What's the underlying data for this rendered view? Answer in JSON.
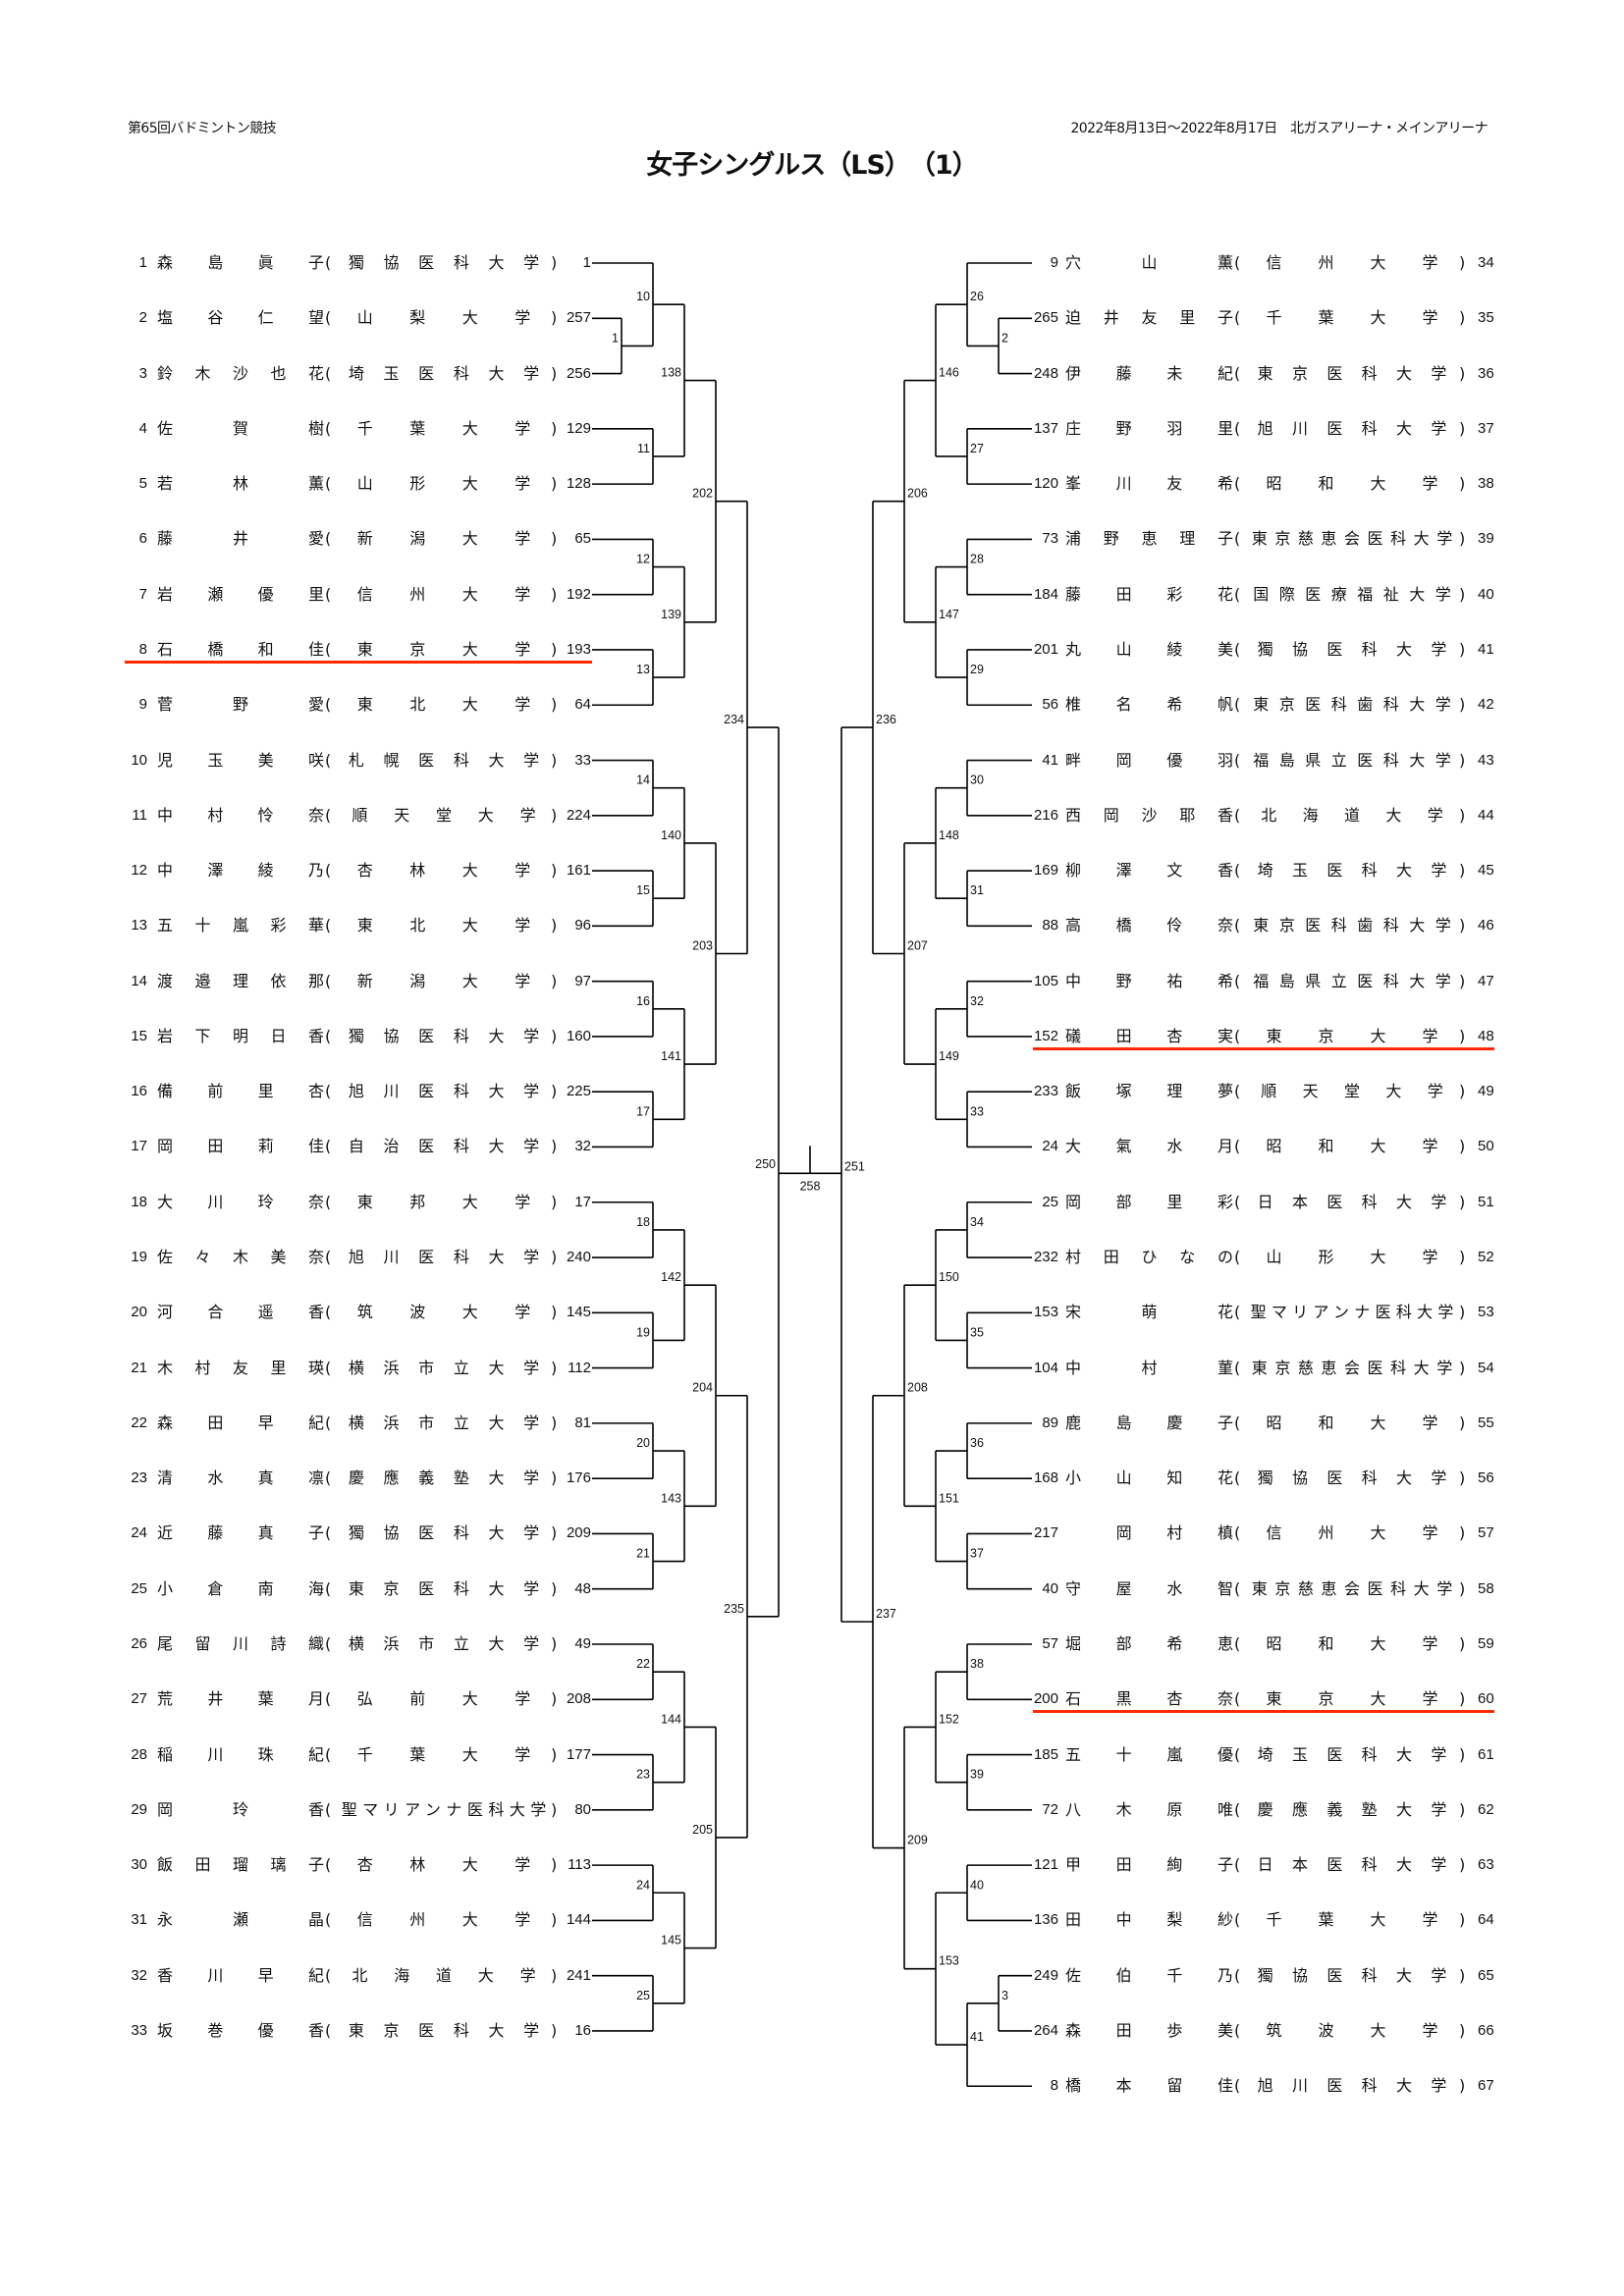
{
  "header": {
    "event": "第65回バドミントン競技",
    "dates_venue": "2022年8月13日～2022年8月17日　北ガスアリーナ・メインアリーナ",
    "title": "女子シングルス（LS）　（1）"
  },
  "colors": {
    "line": "#000000",
    "highlight": "#ff2a00"
  },
  "left_entries": [
    {
      "num": "1",
      "name": "森島眞子",
      "school": "獨協医科大学",
      "code": "1"
    },
    {
      "num": "2",
      "name": "塩谷仁望",
      "school": "山梨大学",
      "code": "257"
    },
    {
      "num": "3",
      "name": "鈴木沙也花",
      "school": "埼玉医科大学",
      "code": "256"
    },
    {
      "num": "4",
      "name": "佐賀樹",
      "school": "千葉大学",
      "code": "129"
    },
    {
      "num": "5",
      "name": "若林薫",
      "school": "山形大学",
      "code": "128"
    },
    {
      "num": "6",
      "name": "藤井愛",
      "school": "新潟大学",
      "code": "65"
    },
    {
      "num": "7",
      "name": "岩瀬優里",
      "school": "信州大学",
      "code": "192"
    },
    {
      "num": "8",
      "name": "石橋和佳",
      "school": "東京大学",
      "code": "193",
      "highlighted": true
    },
    {
      "num": "9",
      "name": "菅野愛",
      "school": "東北大学",
      "code": "64"
    },
    {
      "num": "10",
      "name": "児玉美咲",
      "school": "札幌医科大学",
      "code": "33"
    },
    {
      "num": "11",
      "name": "中村怜奈",
      "school": "順天堂大学",
      "code": "224"
    },
    {
      "num": "12",
      "name": "中澤綾乃",
      "school": "杏林大学",
      "code": "161"
    },
    {
      "num": "13",
      "name": "五十嵐彩華",
      "school": "東北大学",
      "code": "96"
    },
    {
      "num": "14",
      "name": "渡邉理依那",
      "school": "新潟大学",
      "code": "97"
    },
    {
      "num": "15",
      "name": "岩下明日香",
      "school": "獨協医科大学",
      "code": "160"
    },
    {
      "num": "16",
      "name": "備前里杏",
      "school": "旭川医科大学",
      "code": "225"
    },
    {
      "num": "17",
      "name": "岡田莉佳",
      "school": "自治医科大学",
      "code": "32"
    },
    {
      "num": "18",
      "name": "大川玲奈",
      "school": "東邦大学",
      "code": "17"
    },
    {
      "num": "19",
      "name": "佐々木美奈",
      "school": "旭川医科大学",
      "code": "240"
    },
    {
      "num": "20",
      "name": "河合遥香",
      "school": "筑波大学",
      "code": "145"
    },
    {
      "num": "21",
      "name": "木村友里瑛",
      "school": "横浜市立大学",
      "code": "112"
    },
    {
      "num": "22",
      "name": "森田早紀",
      "school": "横浜市立大学",
      "code": "81"
    },
    {
      "num": "23",
      "name": "清水真凛",
      "school": "慶應義塾大学",
      "code": "176"
    },
    {
      "num": "24",
      "name": "近藤真子",
      "school": "獨協医科大学",
      "code": "209"
    },
    {
      "num": "25",
      "name": "小倉南海",
      "school": "東京医科大学",
      "code": "48"
    },
    {
      "num": "26",
      "name": "尾留川詩織",
      "school": "横浜市立大学",
      "code": "49"
    },
    {
      "num": "27",
      "name": "荒井葉月",
      "school": "弘前大学",
      "code": "208"
    },
    {
      "num": "28",
      "name": "稲川珠紀",
      "school": "千葉大学",
      "code": "177"
    },
    {
      "num": "29",
      "name": "岡玲香",
      "school": "聖マリアンナ医科大学",
      "code": "80"
    },
    {
      "num": "30",
      "name": "飯田瑠璃子",
      "school": "杏林大学",
      "code": "113"
    },
    {
      "num": "31",
      "name": "永瀬晶",
      "school": "信州大学",
      "code": "144"
    },
    {
      "num": "32",
      "name": "香川早紀",
      "school": "北海道大学",
      "code": "241"
    },
    {
      "num": "33",
      "name": "坂巻優香",
      "school": "東京医科大学",
      "code": "16"
    }
  ],
  "right_entries": [
    {
      "num": "9",
      "name": "穴山薫",
      "school": "信州大学",
      "code": "34"
    },
    {
      "num": "265",
      "name": "迫井友里子",
      "school": "千葉大学",
      "code": "35"
    },
    {
      "num": "248",
      "name": "伊藤未紀",
      "school": "東京医科大学",
      "code": "36"
    },
    {
      "num": "137",
      "name": "庄野羽里",
      "school": "旭川医科大学",
      "code": "37"
    },
    {
      "num": "120",
      "name": "峯川友希",
      "school": "昭和大学",
      "code": "38"
    },
    {
      "num": "73",
      "name": "浦野恵理子",
      "school": "東京慈恵会医科大学",
      "code": "39"
    },
    {
      "num": "184",
      "name": "藤田彩花",
      "school": "国際医療福祉大学",
      "code": "40"
    },
    {
      "num": "201",
      "name": "丸山綾美",
      "school": "獨協医科大学",
      "code": "41"
    },
    {
      "num": "56",
      "name": "椎名希帆",
      "school": "東京医科歯科大学",
      "code": "42"
    },
    {
      "num": "41",
      "name": "畔岡優羽",
      "school": "福島県立医科大学",
      "code": "43"
    },
    {
      "num": "216",
      "name": "西岡沙耶香",
      "school": "北海道大学",
      "code": "44"
    },
    {
      "num": "169",
      "name": "柳澤文香",
      "school": "埼玉医科大学",
      "code": "45"
    },
    {
      "num": "88",
      "name": "高橋伶奈",
      "school": "東京医科歯科大学",
      "code": "46"
    },
    {
      "num": "105",
      "name": "中野祐希",
      "school": "福島県立医科大学",
      "code": "47"
    },
    {
      "num": "152",
      "name": "礒田杏実",
      "school": "東京大学",
      "code": "48",
      "highlighted": true
    },
    {
      "num": "233",
      "name": "飯塚理夢",
      "school": "順天堂大学",
      "code": "49"
    },
    {
      "num": "24",
      "name": "大氣水月",
      "school": "昭和大学",
      "code": "50"
    },
    {
      "num": "25",
      "name": "岡部里彩",
      "school": "日本医科大学",
      "code": "51"
    },
    {
      "num": "232",
      "name": "村田ひなの",
      "school": "山形大学",
      "code": "52"
    },
    {
      "num": "153",
      "name": "宋萌花",
      "school": "聖マリアンナ医科大学",
      "code": "53"
    },
    {
      "num": "104",
      "name": "中村菫",
      "school": "東京慈恵会医科大学",
      "code": "54"
    },
    {
      "num": "89",
      "name": "鹿島慶子",
      "school": "昭和大学",
      "code": "55"
    },
    {
      "num": "168",
      "name": "小山知花",
      "school": "獨協医科大学",
      "code": "56"
    },
    {
      "num": "217",
      "name": "　岡村槙",
      "school": "信州大学",
      "code": "57"
    },
    {
      "num": "40",
      "name": "守屋水智",
      "school": "東京慈恵会医科大学",
      "code": "58"
    },
    {
      "num": "57",
      "name": "堀部希恵",
      "school": "昭和大学",
      "code": "59"
    },
    {
      "num": "200",
      "name": "石黒杏奈",
      "school": "東京大学",
      "code": "60",
      "highlighted": true
    },
    {
      "num": "185",
      "name": "五十嵐優",
      "school": "埼玉医科大学",
      "code": "61"
    },
    {
      "num": "72",
      "name": "八木原唯",
      "school": "慶應義塾大学",
      "code": "62"
    },
    {
      "num": "121",
      "name": "甲田絢子",
      "school": "日本医科大学",
      "code": "63"
    },
    {
      "num": "136",
      "name": "田中梨紗",
      "school": "千葉大学",
      "code": "64"
    },
    {
      "num": "249",
      "name": "佐伯千乃",
      "school": "獨協医科大学",
      "code": "65"
    },
    {
      "num": "264",
      "name": "森田歩美",
      "school": "筑波大学",
      "code": "66"
    },
    {
      "num": "8",
      "name": "橋本留佳",
      "school": "旭川医科大学",
      "code": "67"
    }
  ],
  "bracket": {
    "final_match": "258",
    "left": [
      250,
      [
        234,
        [
          202,
          [
            138,
            [
              10,
              0,
              [
                1,
                1,
                2
              ]
            ],
            [
              11,
              3,
              4
            ]
          ],
          [
            139,
            [
              12,
              5,
              6
            ],
            [
              13,
              7,
              8
            ]
          ]
        ],
        [
          203,
          [
            140,
            [
              14,
              9,
              10
            ],
            [
              15,
              11,
              12
            ]
          ],
          [
            141,
            [
              16,
              13,
              14
            ],
            [
              17,
              15,
              16
            ]
          ]
        ]
      ],
      [
        235,
        [
          204,
          [
            142,
            [
              18,
              17,
              18
            ],
            [
              19,
              19,
              20
            ]
          ],
          [
            143,
            [
              20,
              21,
              22
            ],
            [
              21,
              23,
              24
            ]
          ]
        ],
        [
          205,
          [
            144,
            [
              22,
              25,
              26
            ],
            [
              23,
              27,
              28
            ]
          ],
          [
            145,
            [
              24,
              29,
              30
            ],
            [
              25,
              31,
              32
            ]
          ]
        ]
      ]
    ],
    "right": [
      251,
      [
        236,
        [
          206,
          [
            146,
            [
              26,
              0,
              [
                2,
                1,
                2
              ]
            ],
            [
              27,
              3,
              4
            ]
          ],
          [
            147,
            [
              28,
              5,
              6
            ],
            [
              29,
              7,
              8
            ]
          ]
        ],
        [
          207,
          [
            148,
            [
              30,
              9,
              10
            ],
            [
              31,
              11,
              12
            ]
          ],
          [
            149,
            [
              32,
              13,
              14
            ],
            [
              33,
              15,
              16
            ]
          ]
        ]
      ],
      [
        237,
        [
          208,
          [
            150,
            [
              34,
              17,
              18
            ],
            [
              35,
              19,
              20
            ]
          ],
          [
            151,
            [
              36,
              21,
              22
            ],
            [
              37,
              23,
              24
            ]
          ]
        ],
        [
          209,
          [
            152,
            [
              38,
              25,
              26
            ],
            [
              39,
              27,
              28
            ]
          ],
          [
            153,
            [
              40,
              29,
              30
            ],
            [
              41,
              [
                3,
                31,
                32
              ],
              33
            ]
          ]
        ]
      ]
    ]
  }
}
